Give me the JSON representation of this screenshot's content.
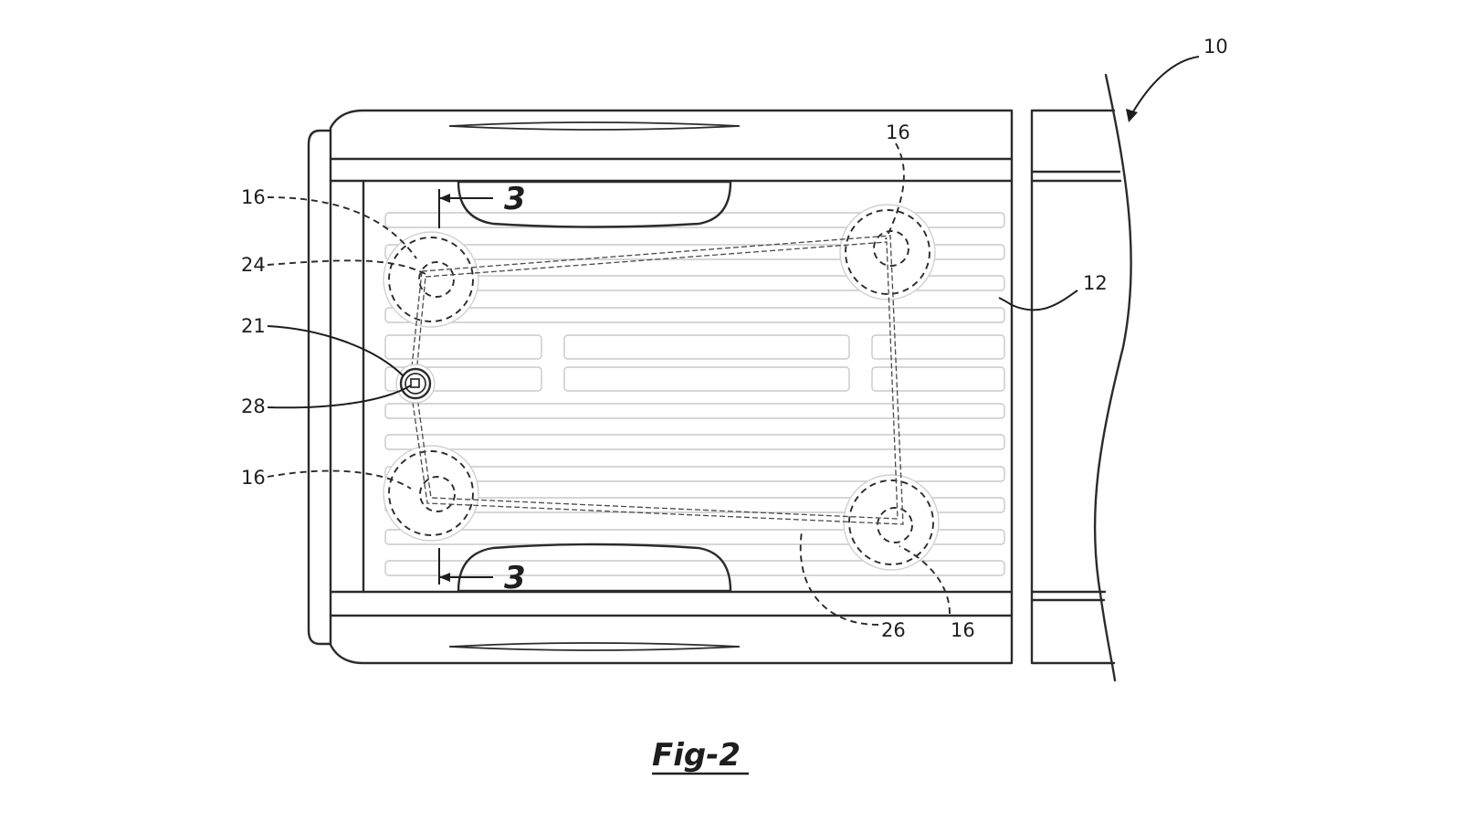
{
  "figure": {
    "title": "Fig-2"
  },
  "section": {
    "top": "3",
    "bottom": "3"
  },
  "callouts": {
    "vehicle": "10",
    "bed": "12",
    "tie_down_top_left": "16",
    "tie_down_top_right": "16",
    "tie_down_bottom_left": "16",
    "tie_down_bottom_right": "16",
    "anchor": "24",
    "junction": "21",
    "connector": "28",
    "cable": "26"
  }
}
